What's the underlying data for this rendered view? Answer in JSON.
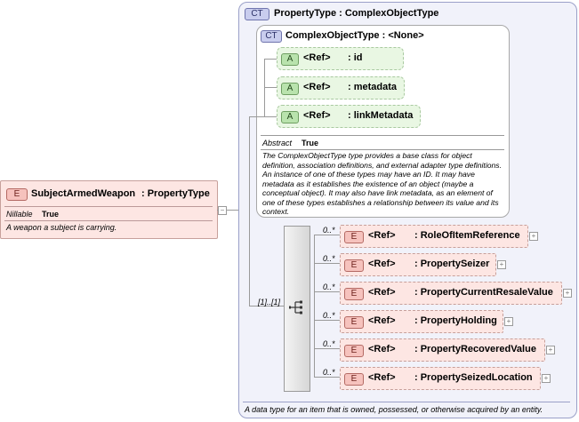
{
  "root_element": {
    "badge": "E",
    "name": "SubjectArmedWeapon",
    "type": ": PropertyType",
    "nillable_label": "Nillable",
    "nillable_value": "True",
    "description": "A weapon a subject is carrying."
  },
  "property_type": {
    "badge": "CT",
    "title": "PropertyType : ComplexObjectType",
    "description": "A data type for an item that is owned, possessed, or otherwise acquired by an entity."
  },
  "complex_object_type": {
    "badge": "CT",
    "title": "ComplexObjectType : <None>",
    "attributes": [
      {
        "badge": "A",
        "ref": "<Ref>",
        "name": ": id"
      },
      {
        "badge": "A",
        "ref": "<Ref>",
        "name": ": metadata"
      },
      {
        "badge": "A",
        "ref": "<Ref>",
        "name": ": linkMetadata"
      }
    ],
    "abstract_label": "Abstract",
    "abstract_value": "True",
    "description": "The ComplexObjectType type provides a base class for object definition, association definitions, and external adapter type definitions. An instance of one of these types may have an ID. It may have metadata as it establishes the existence of an object (maybe a conceptual object). It may also have link metadata, as an element of one of these types establishes a relationship between its value and its context."
  },
  "sequence": {
    "multiplicity": "[1]..[1]",
    "elements": [
      {
        "badge": "E",
        "occurs": "0..*",
        "ref": "<Ref>",
        "name": ": RoleOfItemReference"
      },
      {
        "badge": "E",
        "occurs": "0..*",
        "ref": "<Ref>",
        "name": ": PropertySeizer"
      },
      {
        "badge": "E",
        "occurs": "0..*",
        "ref": "<Ref>",
        "name": ": PropertyCurrentResaleValue"
      },
      {
        "badge": "E",
        "occurs": "0..*",
        "ref": "<Ref>",
        "name": ": PropertyHolding"
      },
      {
        "badge": "E",
        "occurs": "0..*",
        "ref": "<Ref>",
        "name": ": PropertyRecoveredValue"
      },
      {
        "badge": "E",
        "occurs": "0..*",
        "ref": "<Ref>",
        "name": ": PropertySeizedLocation"
      }
    ]
  },
  "colors": {
    "element_fill": "#fde6e3",
    "attribute_fill": "#e9f7e3",
    "complex_type_border": "#9aa0c8",
    "complex_type_fill": "#f1f2fa"
  }
}
